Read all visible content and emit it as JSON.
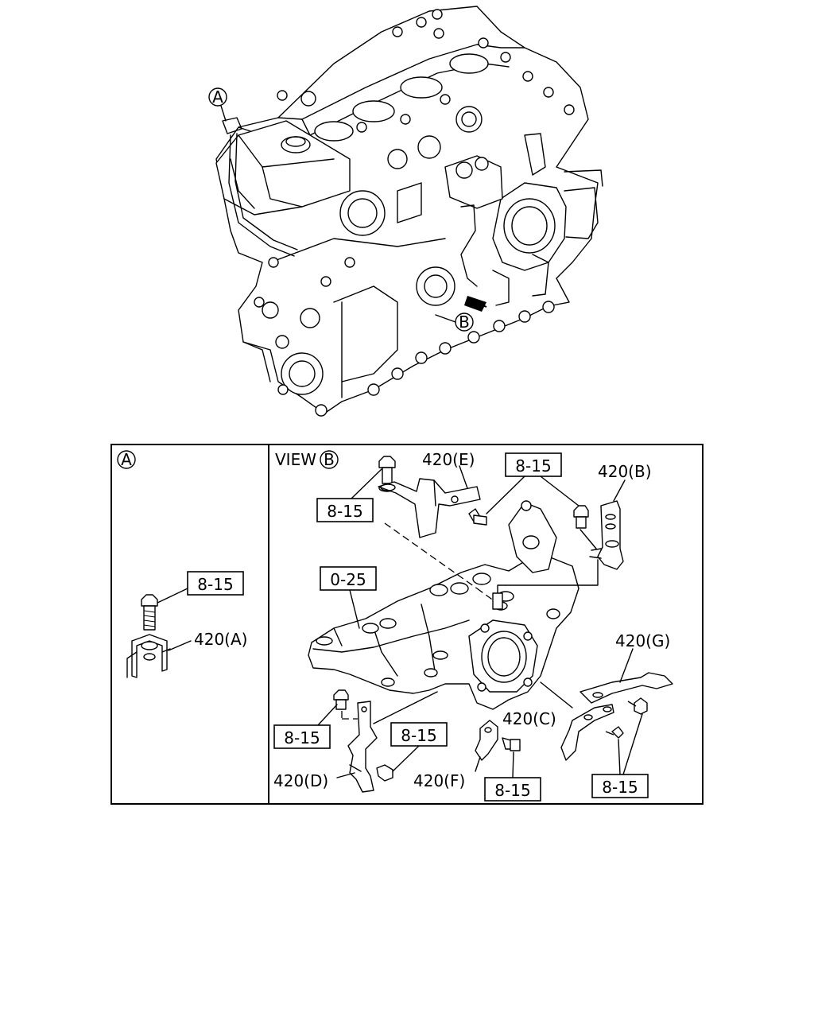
{
  "engine_view": {
    "callout_a": "A",
    "callout_b": "B"
  },
  "panel_a": {
    "header": "A",
    "ref_box": "8-15",
    "part_label": "420(A)"
  },
  "panel_b": {
    "view_text": "VIEW",
    "view_circle": "B",
    "boxes": {
      "top_left": "8-15",
      "top_right": "8-15",
      "manifold": "0-25",
      "bottom_left": "8-15",
      "bottom_mid": "8-15",
      "bottom_f": "8-15",
      "bottom_right": "8-15"
    },
    "labels": {
      "e": "420(E)",
      "b": "420(B)",
      "g": "420(G)",
      "c": "420(C)",
      "d": "420(D)",
      "f": "420(F)"
    }
  }
}
